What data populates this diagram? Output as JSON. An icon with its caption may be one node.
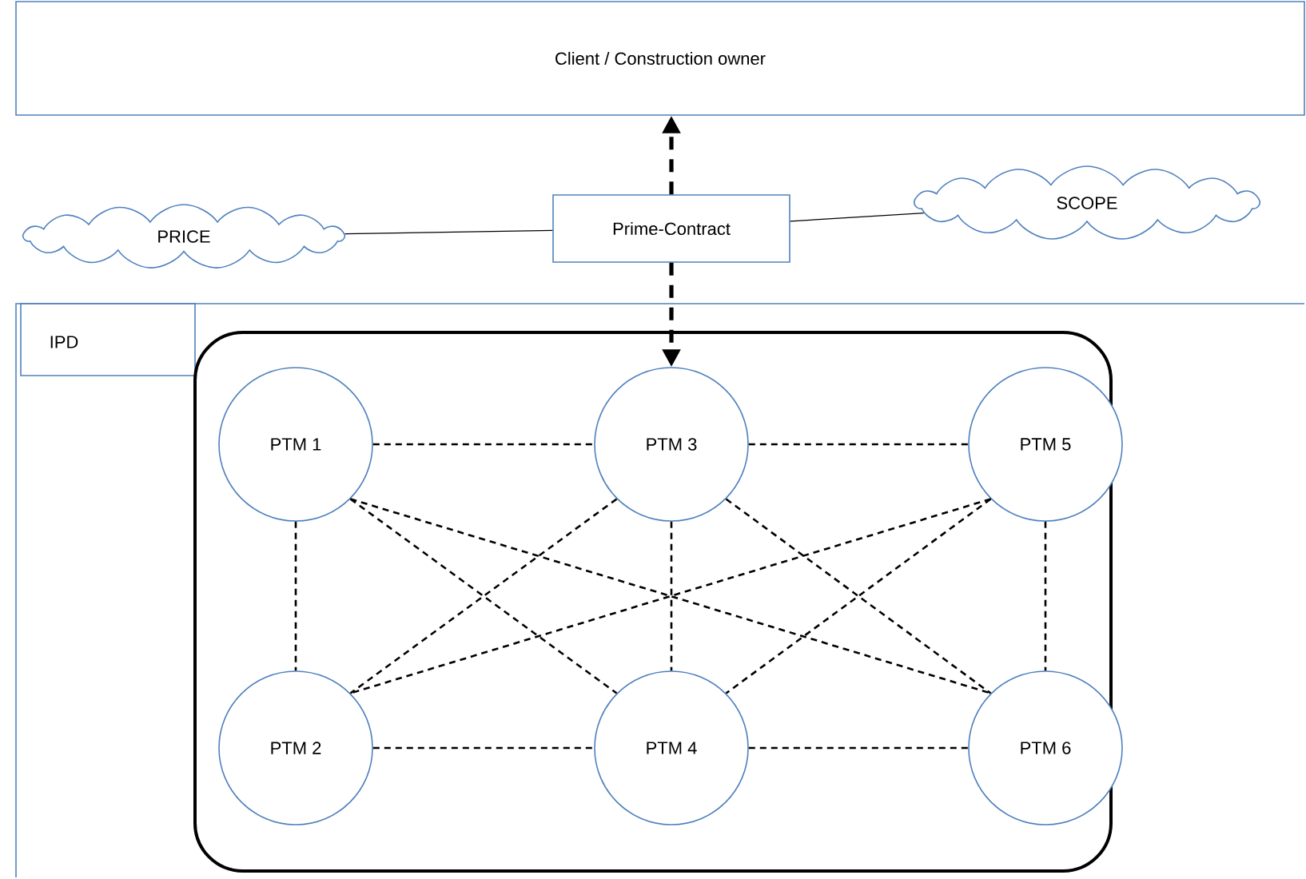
{
  "diagram": {
    "nodes": [
      {
        "text": [
          "Client / Construction owner"
        ]
      },
      {
        "text": [
          "PRICE"
        ]
      },
      {
        "text": [
          "Prime-Contract"
        ]
      },
      {
        "text": [
          "SCOPE"
        ]
      },
      {
        "text": [
          "IPD"
        ]
      },
      {
        "text": [],
        "shape": "box",
        "in": 4
      },
      {
        "text": [
          "PTM 1"
        ],
        "in": 5
      },
      {
        "text": [
          "PTM 3"
        ],
        "in": 5
      },
      {
        "text": [
          "PTM 5"
        ],
        "in": 5
      },
      {
        "text": [
          "PTM 2"
        ],
        "in": 5
      },
      {
        "text": [
          "PTM 4"
        ],
        "in": 5
      },
      {
        "text": [
          "PTM 6"
        ],
        "in": 5
      }
    ],
    "edges": [
      {
        "from": 2,
        "to": 0,
        "arrow": "to",
        "style": "dashed"
      },
      {
        "from": 2,
        "to": 7,
        "arrow": "to",
        "style": "dashed"
      },
      {
        "from": 1,
        "to": 2,
        "arrow": "none"
      },
      {
        "from": 2,
        "to": 3,
        "arrow": "none"
      },
      {
        "from": 6,
        "to": 7,
        "arrow": "none",
        "style": "dashed"
      },
      {
        "from": 7,
        "to": 8,
        "arrow": "none",
        "style": "dashed"
      },
      {
        "from": 9,
        "to": 10,
        "arrow": "none",
        "style": "dashed"
      },
      {
        "from": 10,
        "to": 11,
        "arrow": "none",
        "style": "dashed"
      },
      {
        "from": 6,
        "to": 9,
        "arrow": "none",
        "style": "dashed"
      },
      {
        "from": 7,
        "to": 10,
        "arrow": "none",
        "style": "dashed"
      },
      {
        "from": 8,
        "to": 11,
        "arrow": "none",
        "style": "dashed"
      },
      {
        "from": 6,
        "to": 10,
        "arrow": "none",
        "style": "dashed"
      },
      {
        "from": 6,
        "to": 11,
        "arrow": "none",
        "style": "dashed"
      },
      {
        "from": 7,
        "to": 9,
        "arrow": "none",
        "style": "dashed"
      },
      {
        "from": 7,
        "to": 11,
        "arrow": "none",
        "style": "dashed"
      },
      {
        "from": 8,
        "to": 9,
        "arrow": "none",
        "style": "dashed"
      },
      {
        "from": 8,
        "to": 10,
        "arrow": "none",
        "style": "dashed"
      }
    ]
  }
}
